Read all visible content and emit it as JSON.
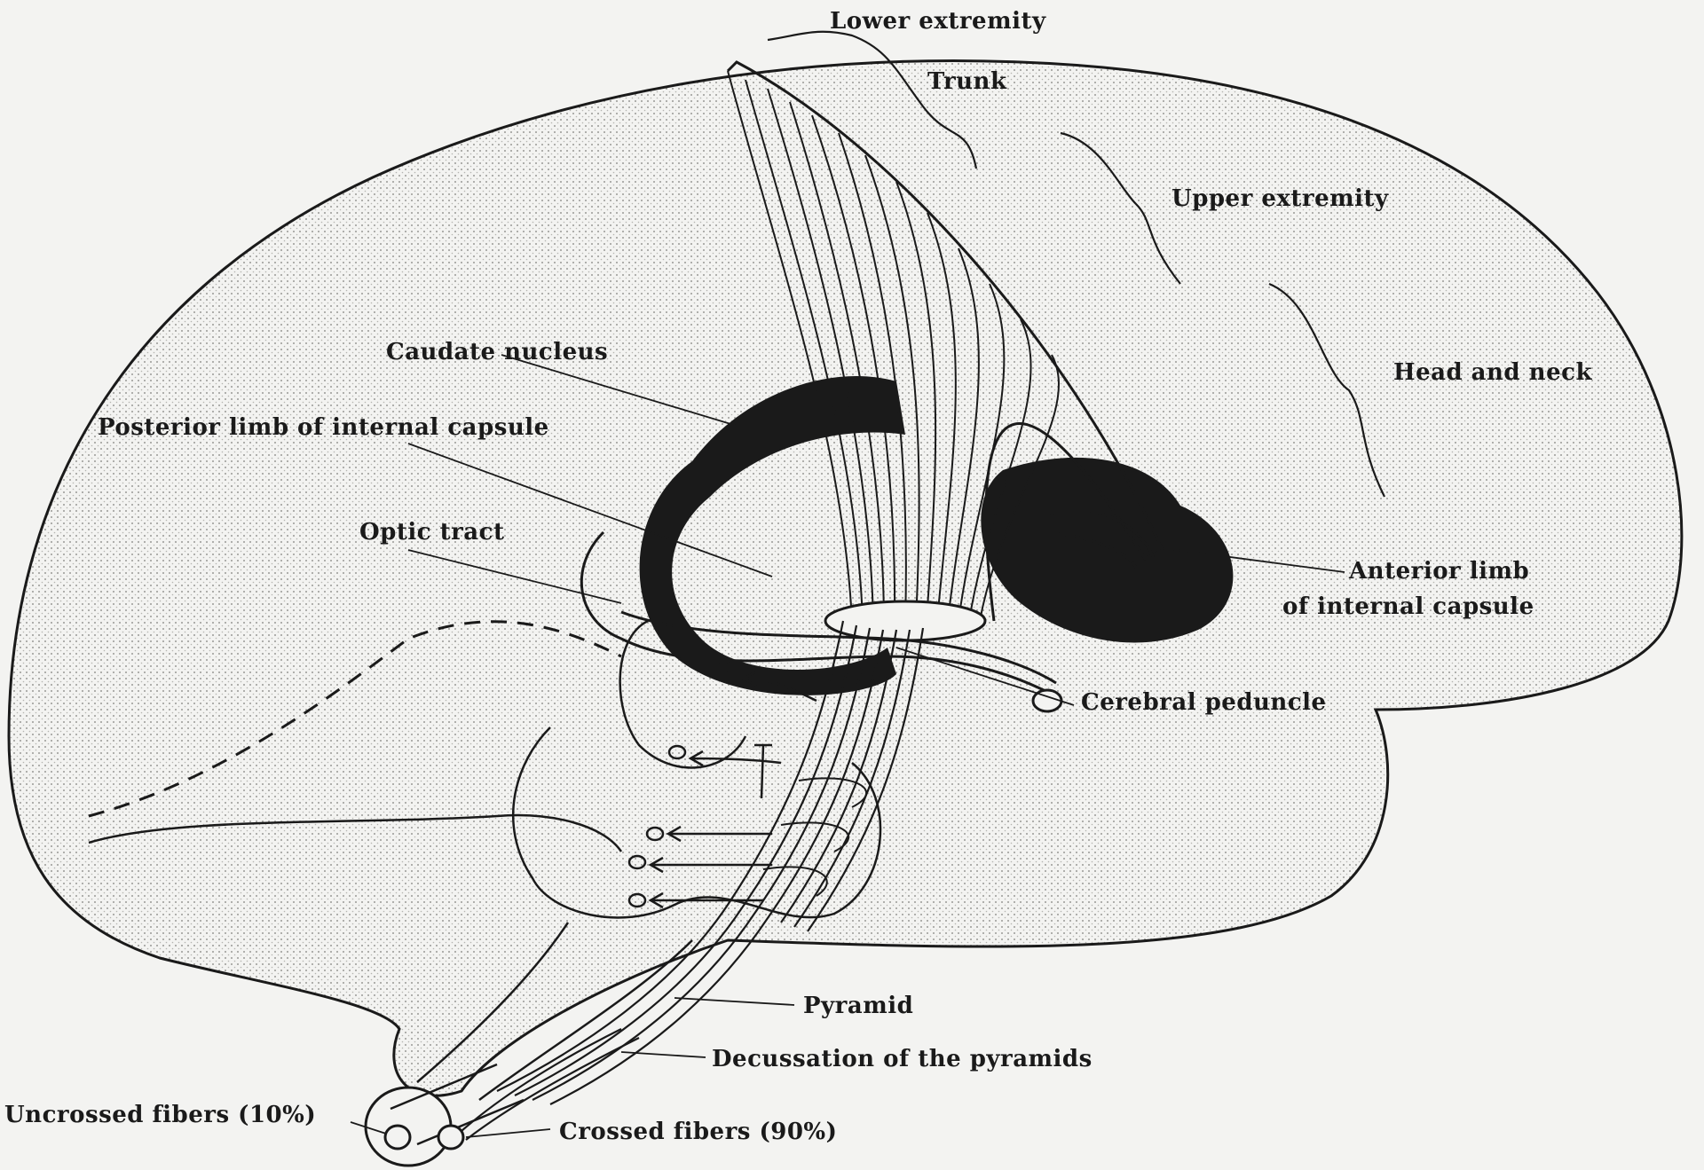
{
  "labels": {
    "lower_extremity": "Lower extremity",
    "trunk": "Trunk",
    "upper_extremity": "Upper extremity",
    "head_and_neck": "Head and neck",
    "caudate_nucleus": "Caudate nucleus",
    "posterior_limb": "Posterior limb of internal capsule",
    "optic_tract": "Optic tract",
    "anterior_limb_line1": "Anterior limb",
    "anterior_limb_line2": "of internal capsule",
    "cerebral_peduncle": "Cerebral peduncle",
    "pyramid": "Pyramid",
    "decussation": "Decussation of the pyramids",
    "uncrossed_fibers": "Uncrossed fibers (10%)",
    "crossed_fibers": "Crossed fibers (90%)"
  },
  "colors": {
    "ink": "#1a1a1a",
    "paper": "#f3f3f1",
    "stipple": "#c9c9c6"
  }
}
